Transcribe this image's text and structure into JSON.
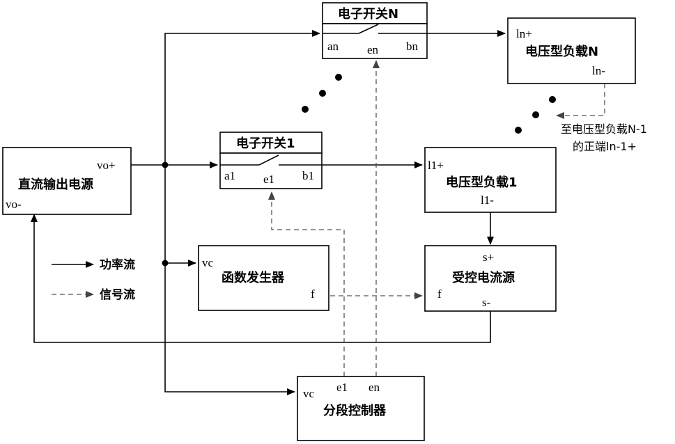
{
  "blocks": {
    "dc_source": {
      "title": "直流输出电源",
      "port_pos": "vo+",
      "port_neg": "vo-"
    },
    "switch_1": {
      "title": "电子开关1",
      "port_a": "a1",
      "port_e": "e1",
      "port_b": "b1"
    },
    "switch_n": {
      "title": "电子开关N",
      "port_a": "an",
      "port_e": "en",
      "port_b": "bn"
    },
    "load_1": {
      "title": "电压型负载1",
      "port_pos": "l1+",
      "port_neg": "l1-"
    },
    "load_n": {
      "title": "电压型负载N",
      "port_pos": "ln+",
      "port_neg": "ln-"
    },
    "function_generator": {
      "title": "函数发生器",
      "port_in": "vc",
      "port_out": "f"
    },
    "controlled_current_source": {
      "title": "受控电流源",
      "port_pos": "s+",
      "port_neg": "s-",
      "port_f": "f"
    },
    "segment_controller": {
      "title": "分段控制器",
      "port_vc": "vc",
      "port_e1": "e1",
      "port_en": "en"
    }
  },
  "annotation": {
    "line1": "至电压型负载N-1",
    "line2": "的正端ln-1+"
  },
  "legend": {
    "power_flow": "功率流",
    "signal_flow": "信号流"
  },
  "colors": {
    "line": "#000000",
    "signal_line": "#555555",
    "background": "#ffffff"
  }
}
